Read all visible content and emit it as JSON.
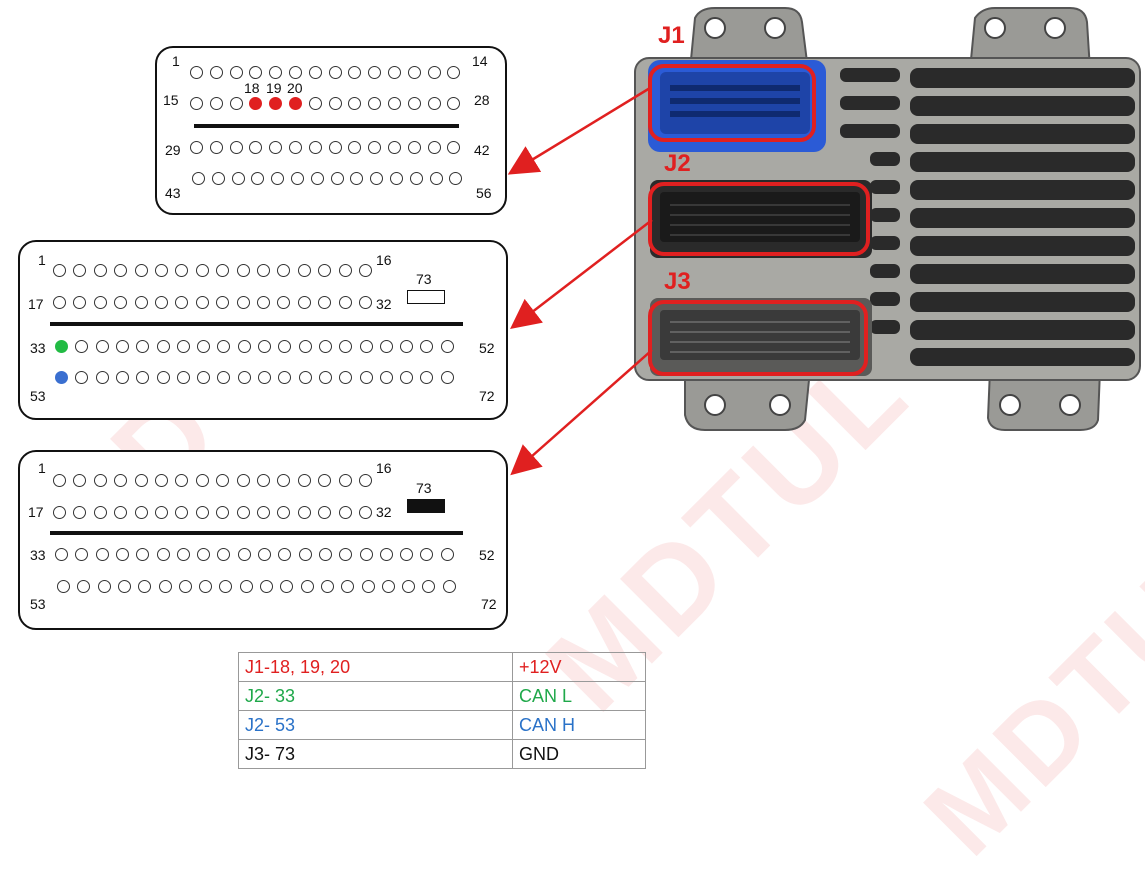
{
  "watermark": {
    "text": "MDTUL"
  },
  "ecu": {
    "j1_label": "J1",
    "j2_label": "J2",
    "j3_label": "J3",
    "j1_color": "#2b5bd6",
    "highlight_color": "#e02020"
  },
  "j1_diagram": {
    "rows": [
      {
        "start": "1",
        "end": "14",
        "count": 14
      },
      {
        "start": "15",
        "end": "28",
        "count": 14
      },
      {
        "start": "29",
        "end": "42",
        "count": 14
      },
      {
        "start": "43",
        "end": "56",
        "count": 14
      }
    ],
    "highlighted_pins": [
      "18",
      "19",
      "20"
    ],
    "highlight_color": "#e02020"
  },
  "j2_diagram": {
    "rows": [
      {
        "start": "1",
        "end": "16",
        "count": 16
      },
      {
        "start": "17",
        "end": "32",
        "count": 16
      },
      {
        "start": "33",
        "end": "52",
        "count": 20
      },
      {
        "start": "53",
        "end": "72",
        "count": 20
      }
    ],
    "pin_73_label": "73",
    "pin_73_filled": false,
    "pin_33_color": "#22bb44",
    "pin_53_color": "#3a6fd0"
  },
  "j3_diagram": {
    "rows": [
      {
        "start": "1",
        "end": "16",
        "count": 16
      },
      {
        "start": "17",
        "end": "32",
        "count": 16
      },
      {
        "start": "33",
        "end": "52",
        "count": 20
      },
      {
        "start": "53",
        "end": "72",
        "count": 20
      }
    ],
    "pin_73_label": "73",
    "pin_73_filled": true
  },
  "legend": [
    {
      "pins": "J1-18, 19, 20",
      "signal": "+12V",
      "color": "#e02020"
    },
    {
      "pins": "J2- 33",
      "signal": "CAN L",
      "color": "#1fa84a"
    },
    {
      "pins": "J2- 53",
      "signal": "CAN H",
      "color": "#2a72c8"
    },
    {
      "pins": "J3- 73",
      "signal": "GND",
      "color": "#111111"
    }
  ]
}
